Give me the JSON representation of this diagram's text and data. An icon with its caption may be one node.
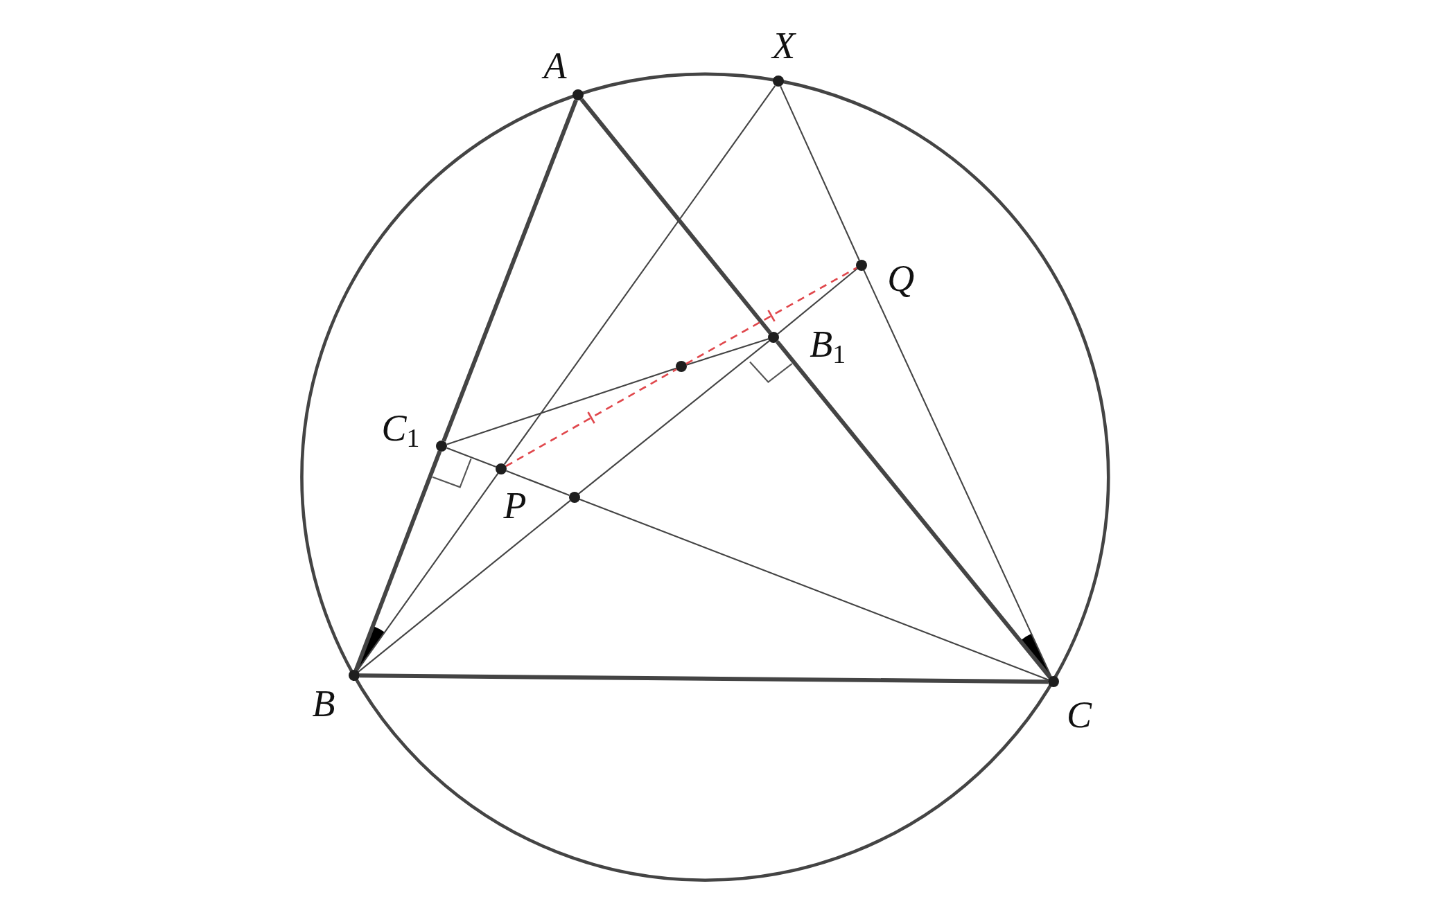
{
  "diagram": {
    "nodes": [
      {
        "text": [
          "X"
        ]
      },
      {
        "text": [
          "A"
        ]
      },
      {
        "text": [
          "Q"
        ]
      },
      {
        "text": [
          "B$_{1}$"
        ]
      },
      {
        "text": [],
        "shape": "circle"
      },
      {
        "text": [
          "C$_{1}$"
        ]
      },
      {
        "text": [
          "P"
        ]
      },
      {
        "text": [],
        "shape": "circle"
      },
      {
        "text": [
          "B"
        ]
      },
      {
        "text": [
          "C"
        ]
      }
    ],
    "edges": [
      {
        "from": 1,
        "to": 5,
        "arrow": "none",
        "style": "thick"
      },
      {
        "from": 5,
        "to": 8,
        "arrow": "none",
        "style": "thick"
      },
      {
        "from": 1,
        "to": 3,
        "arrow": "none",
        "style": "thick"
      },
      {
        "from": 3,
        "to": 9,
        "arrow": "none",
        "style": "thick"
      },
      {
        "from": 8,
        "to": 9,
        "arrow": "none",
        "style": "thick"
      },
      {
        "from": 0,
        "to": 6,
        "arrow": "none"
      },
      {
        "from": 6,
        "to": 8,
        "arrow": "none"
      },
      {
        "from": 0,
        "to": 2,
        "arrow": "none"
      },
      {
        "from": 2,
        "to": 9,
        "arrow": "none"
      },
      {
        "from": 5,
        "to": 4,
        "arrow": "none"
      },
      {
        "from": 4,
        "to": 3,
        "arrow": "none"
      },
      {
        "from": 5,
        "to": 6,
        "arrow": "none"
      },
      {
        "from": 6,
        "to": 7,
        "arrow": "none"
      },
      {
        "from": 7,
        "to": 9,
        "arrow": "none"
      },
      {
        "from": 8,
        "to": 7,
        "arrow": "none"
      },
      {
        "from": 7,
        "to": 3,
        "arrow": "none"
      },
      {
        "from": 3,
        "to": 2,
        "arrow": "none"
      },
      {
        "from": 6,
        "to": 4,
        "arrow": "none",
        "style": "dashed",
        "color": "#e0474c"
      },
      {
        "from": 4,
        "to": 2,
        "arrow": "none",
        "style": "dashed",
        "color": "#e0474c"
      }
    ]
  }
}
